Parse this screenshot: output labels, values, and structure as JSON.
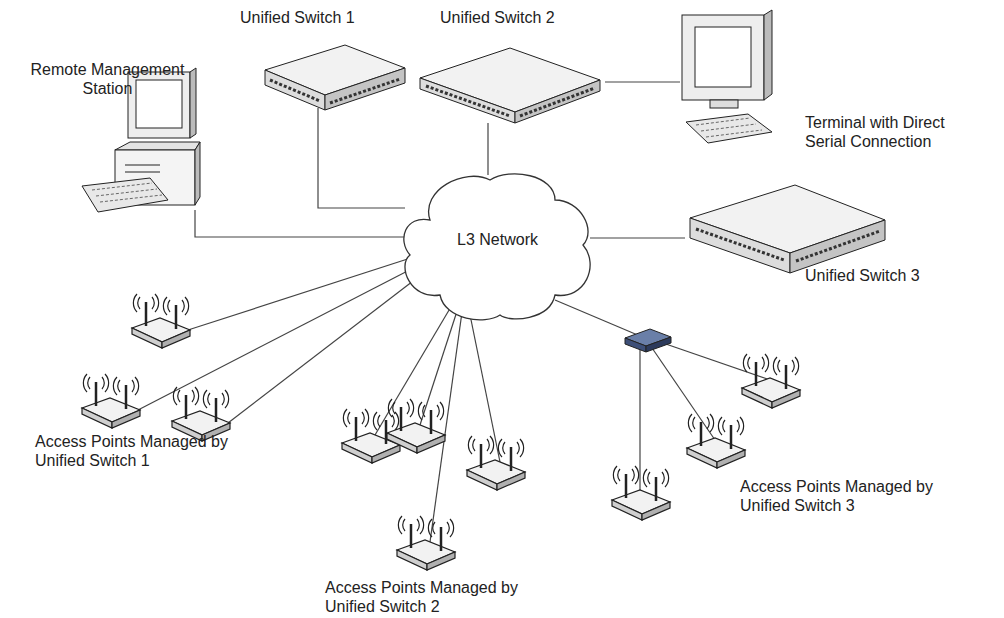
{
  "diagram": {
    "nodes": [
      {
        "text": [
          "Unified Switch 1"
        ]
      },
      {
        "text": [
          "Unified Switch 2"
        ]
      },
      {
        "text": [
          "Remote Management Station"
        ]
      },
      {
        "text": [
          "Terminal with Direct Serial Connection"
        ]
      },
      {
        "text": [
          "L3 Network"
        ]
      },
      {
        "text": [
          "Unified Switch 3"
        ]
      }
    ],
    "edges": [
      {
        "from": 2,
        "to": 4,
        "arrow": "none"
      },
      {
        "from": 0,
        "to": 4,
        "arrow": "none"
      },
      {
        "from": 1,
        "to": 4,
        "arrow": "none"
      },
      {
        "from": 1,
        "to": 3,
        "arrow": "none"
      },
      {
        "from": 4,
        "to": 5,
        "arrow": "none"
      }
    ],
    "labels": [
      "Access Points Managed by Unified Switch 1",
      "Access Points Managed by Unified Switch 2",
      "Access Points Managed by Unified Switch 3"
    ]
  }
}
